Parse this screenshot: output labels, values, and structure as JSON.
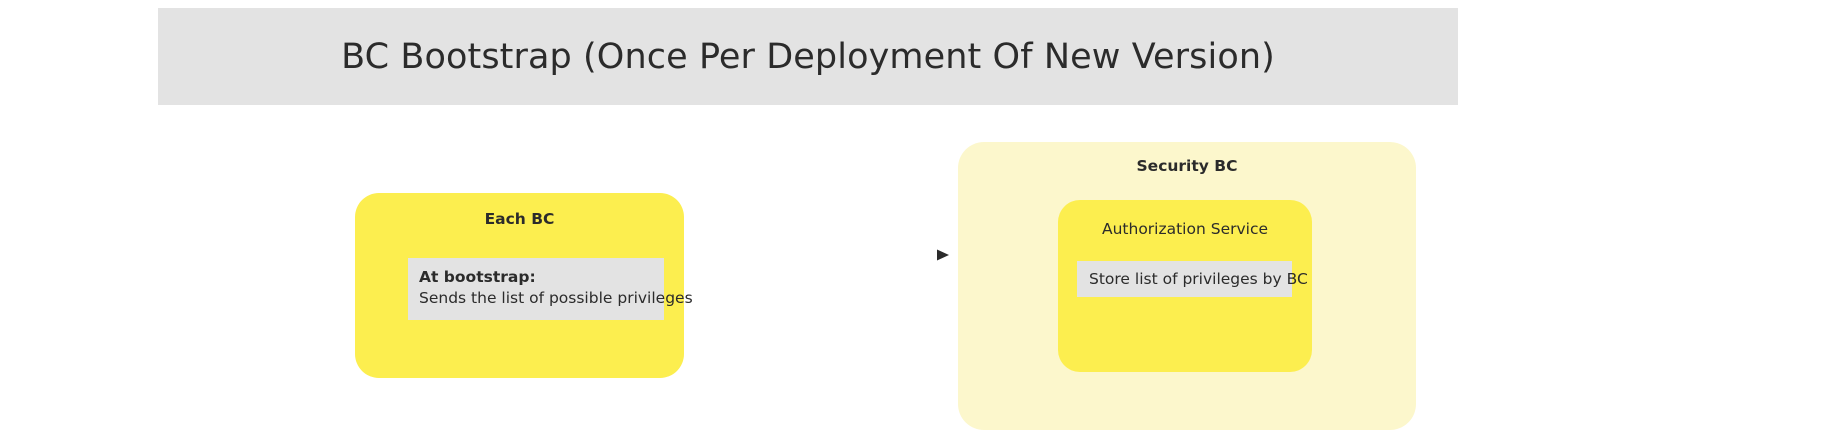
{
  "header": {
    "title": "BC Bootstrap (Once Per Deployment Of New Version)",
    "background_color": "#E3E3E3",
    "text_color": "#2B2B2B"
  },
  "diagram": {
    "nodes": {
      "each_bc": {
        "title": "Each BC",
        "fill_color": "#FCEE4F",
        "note": {
          "heading": "At bootstrap:",
          "body": "Sends the list of possible privileges",
          "fill_color": "#E3E3E3"
        }
      },
      "security_bc": {
        "title": "Security BC",
        "fill_color": "#FCF7CC",
        "authorization_service": {
          "title": "Authorization Service",
          "fill_color": "#FCEE4F",
          "action": {
            "label": "Store list of privileges by BC",
            "fill_color": "#E3E3E3"
          }
        }
      }
    },
    "connector": {
      "name": "bootstrap-arrow",
      "from": "each_bc",
      "to": "security_bc",
      "direction": "right",
      "style": "solid-thin-arrow",
      "color": "#2B2B2B"
    }
  }
}
